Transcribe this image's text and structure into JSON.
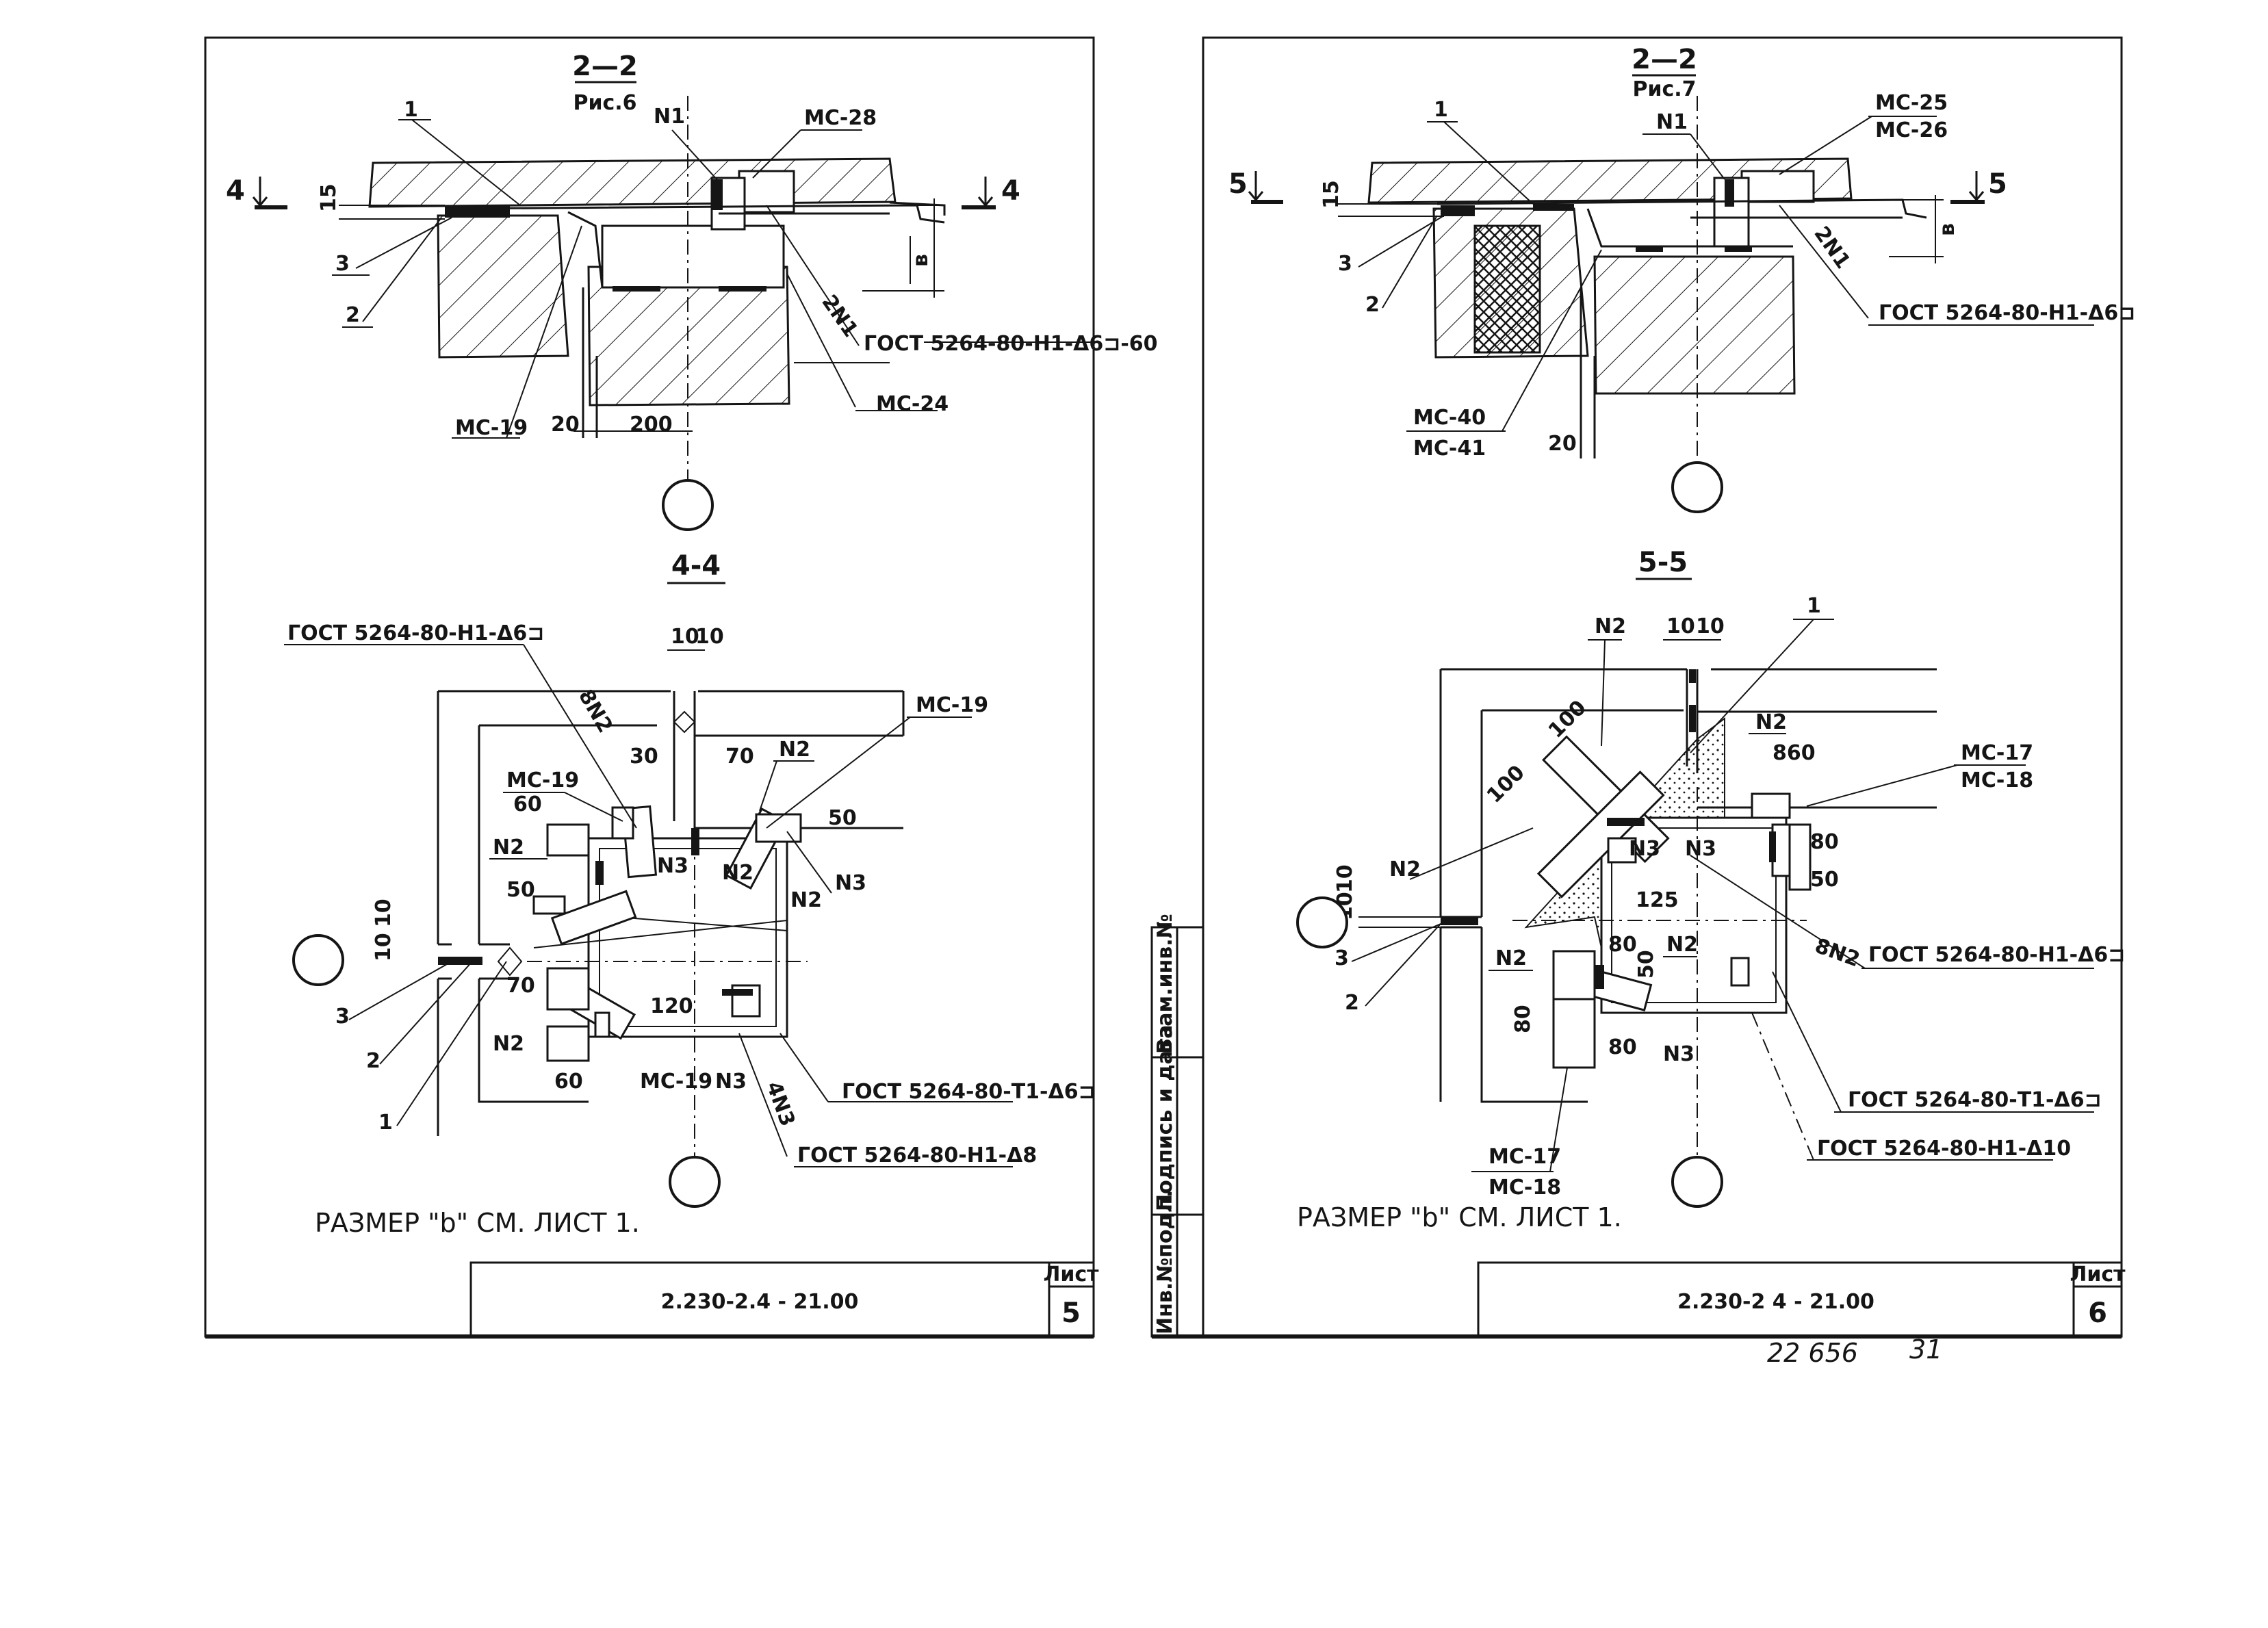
{
  "sheet5": {
    "section_top": {
      "title": "2—2",
      "ref": "Рис.6"
    },
    "cut_mark": "4",
    "labels": {
      "n1": "N1",
      "mc28": "МС-28",
      "mc24": "МС-24",
      "mc19": "МС-19",
      "two_n1": "2N1",
      "gost_top": "ГОСТ 5264-80-Н1-Δ6⊐-60",
      "num1": "1",
      "num2": "2",
      "num3": "3",
      "dim15": "15",
      "dim20": "20",
      "dim200": "200",
      "dimB": "в"
    },
    "section_bottom": {
      "title": "4-4"
    },
    "plan_labels": {
      "gost_a": "ГОСТ 5264-80-Н1-Δ6⊐",
      "eight_n2": "8N2",
      "mc19_a": "МС-19",
      "mc19_b": "МС-19",
      "mc19_c": "МС-19",
      "n2_a": "N2",
      "n2_b": "N2",
      "n2_c": "N2",
      "n2_d": "N2",
      "n3_a": "N3",
      "n3_b": "N3",
      "n3_c": "N3",
      "four_n3": "4N3",
      "gost_t1": "ГОСТ 5264-80-Т1-Δ6⊐",
      "gost_d8": "ГОСТ 5264-80-Н1-Δ8",
      "d10a": "10",
      "d10b": "10",
      "d10c": "10",
      "d10d": "10",
      "d30": "30",
      "d70a": "70",
      "d70b": "70",
      "d50a": "50",
      "d50b": "50",
      "d60a": "60",
      "d60b": "60",
      "d120": "120",
      "n1": "1",
      "n2": "2",
      "n3": "3"
    },
    "note": "РАЗМЕР \"b\" СМ. ЛИСТ 1.",
    "stamp": {
      "code": "2.230-2.4 - 21.00",
      "sheet_label": "Лист",
      "sheet_no": "5"
    }
  },
  "sheet6": {
    "section_top": {
      "title": "2—2",
      "ref": "Рис.7"
    },
    "cut_mark": "5",
    "labels": {
      "n1": "N1",
      "mc25": "МС-25",
      "mc26": "МС-26",
      "two_n1": "2N1",
      "gost_top": "ГОСТ 5264-80-Н1-Δ6⊐",
      "mc40": "МС-40",
      "mc41": "МС-41",
      "num1": "1",
      "num2": "2",
      "num3": "3",
      "dim15": "15",
      "dim20": "20",
      "dimB": "в"
    },
    "section_bottom": {
      "title": "5-5"
    },
    "plan_labels": {
      "n2_a": "N2",
      "n2_b": "N2",
      "n2_c": "N2",
      "n2_d": "N2",
      "n2_e": "N2",
      "n3_a": "N3",
      "n3_b": "N3",
      "n3_c": "N3",
      "eight_n2": "8N2",
      "mc17_a": "МС-17",
      "mc18_a": "МС-18",
      "mc17_b": "МС-17",
      "mc18_b": "МС-18",
      "gost_a": "ГОСТ 5264-80-Н1-Δ6⊐",
      "gost_t1": "ГОСТ 5264-80-Т1-Δ6⊐",
      "gost_d10": "ГОСТ 5264-80-Н1-Δ10",
      "d10a": "10",
      "d10b": "10",
      "d10c": "10",
      "d10d": "10",
      "d100a": "100",
      "d100b": "100",
      "d125": "125",
      "d80a": "80",
      "d80b": "80",
      "d80c": "80",
      "d80d": "80",
      "d50a": "50",
      "d50b": "50",
      "d860": "860",
      "n1": "1",
      "n2": "2",
      "n3": "3"
    },
    "note": "РАЗМЕР \"b\" СМ. ЛИСТ 1.",
    "stamp": {
      "code": "2.230-2 4 - 21.00",
      "sheet_label": "Лист",
      "sheet_no": "6"
    }
  },
  "side_strip": {
    "inv_podl": "Инв.№подл.",
    "podpis": "Подпись и дата",
    "vzam": "Взам.инв.№"
  },
  "footer": {
    "archive_no": "22 656",
    "page_no": "31"
  }
}
